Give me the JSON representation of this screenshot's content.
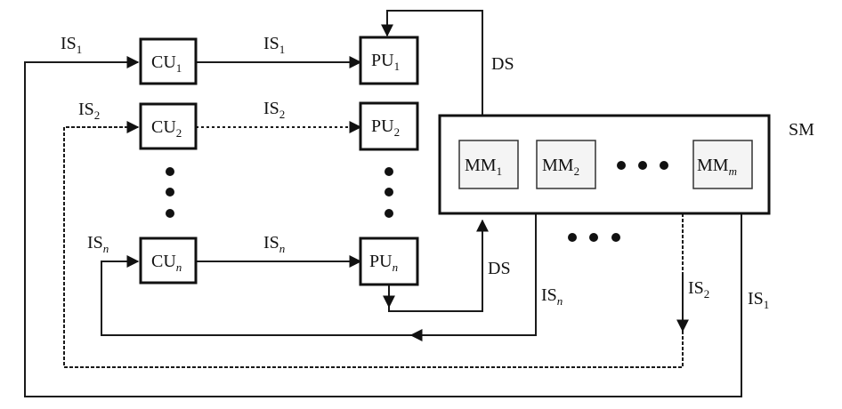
{
  "control_units": [
    {
      "base": "CU",
      "sub": "1"
    },
    {
      "base": "CU",
      "sub": "2"
    },
    {
      "base": "CU",
      "sub": "n"
    }
  ],
  "processing_units": [
    {
      "base": "PU",
      "sub": "1"
    },
    {
      "base": "PU",
      "sub": "2"
    },
    {
      "base": "PU",
      "sub": "n"
    }
  ],
  "memory_modules": [
    {
      "base": "MM",
      "sub": "1"
    },
    {
      "base": "MM",
      "sub": "2"
    },
    {
      "base": "MM",
      "sub": "m"
    }
  ],
  "shared_memory_label": "SM",
  "data_stream_label": "DS",
  "instruction_streams": {
    "is1": {
      "base": "IS",
      "sub": "1"
    },
    "is2": {
      "base": "IS",
      "sub": "2"
    },
    "isn": {
      "base": "IS",
      "sub": "n"
    }
  }
}
